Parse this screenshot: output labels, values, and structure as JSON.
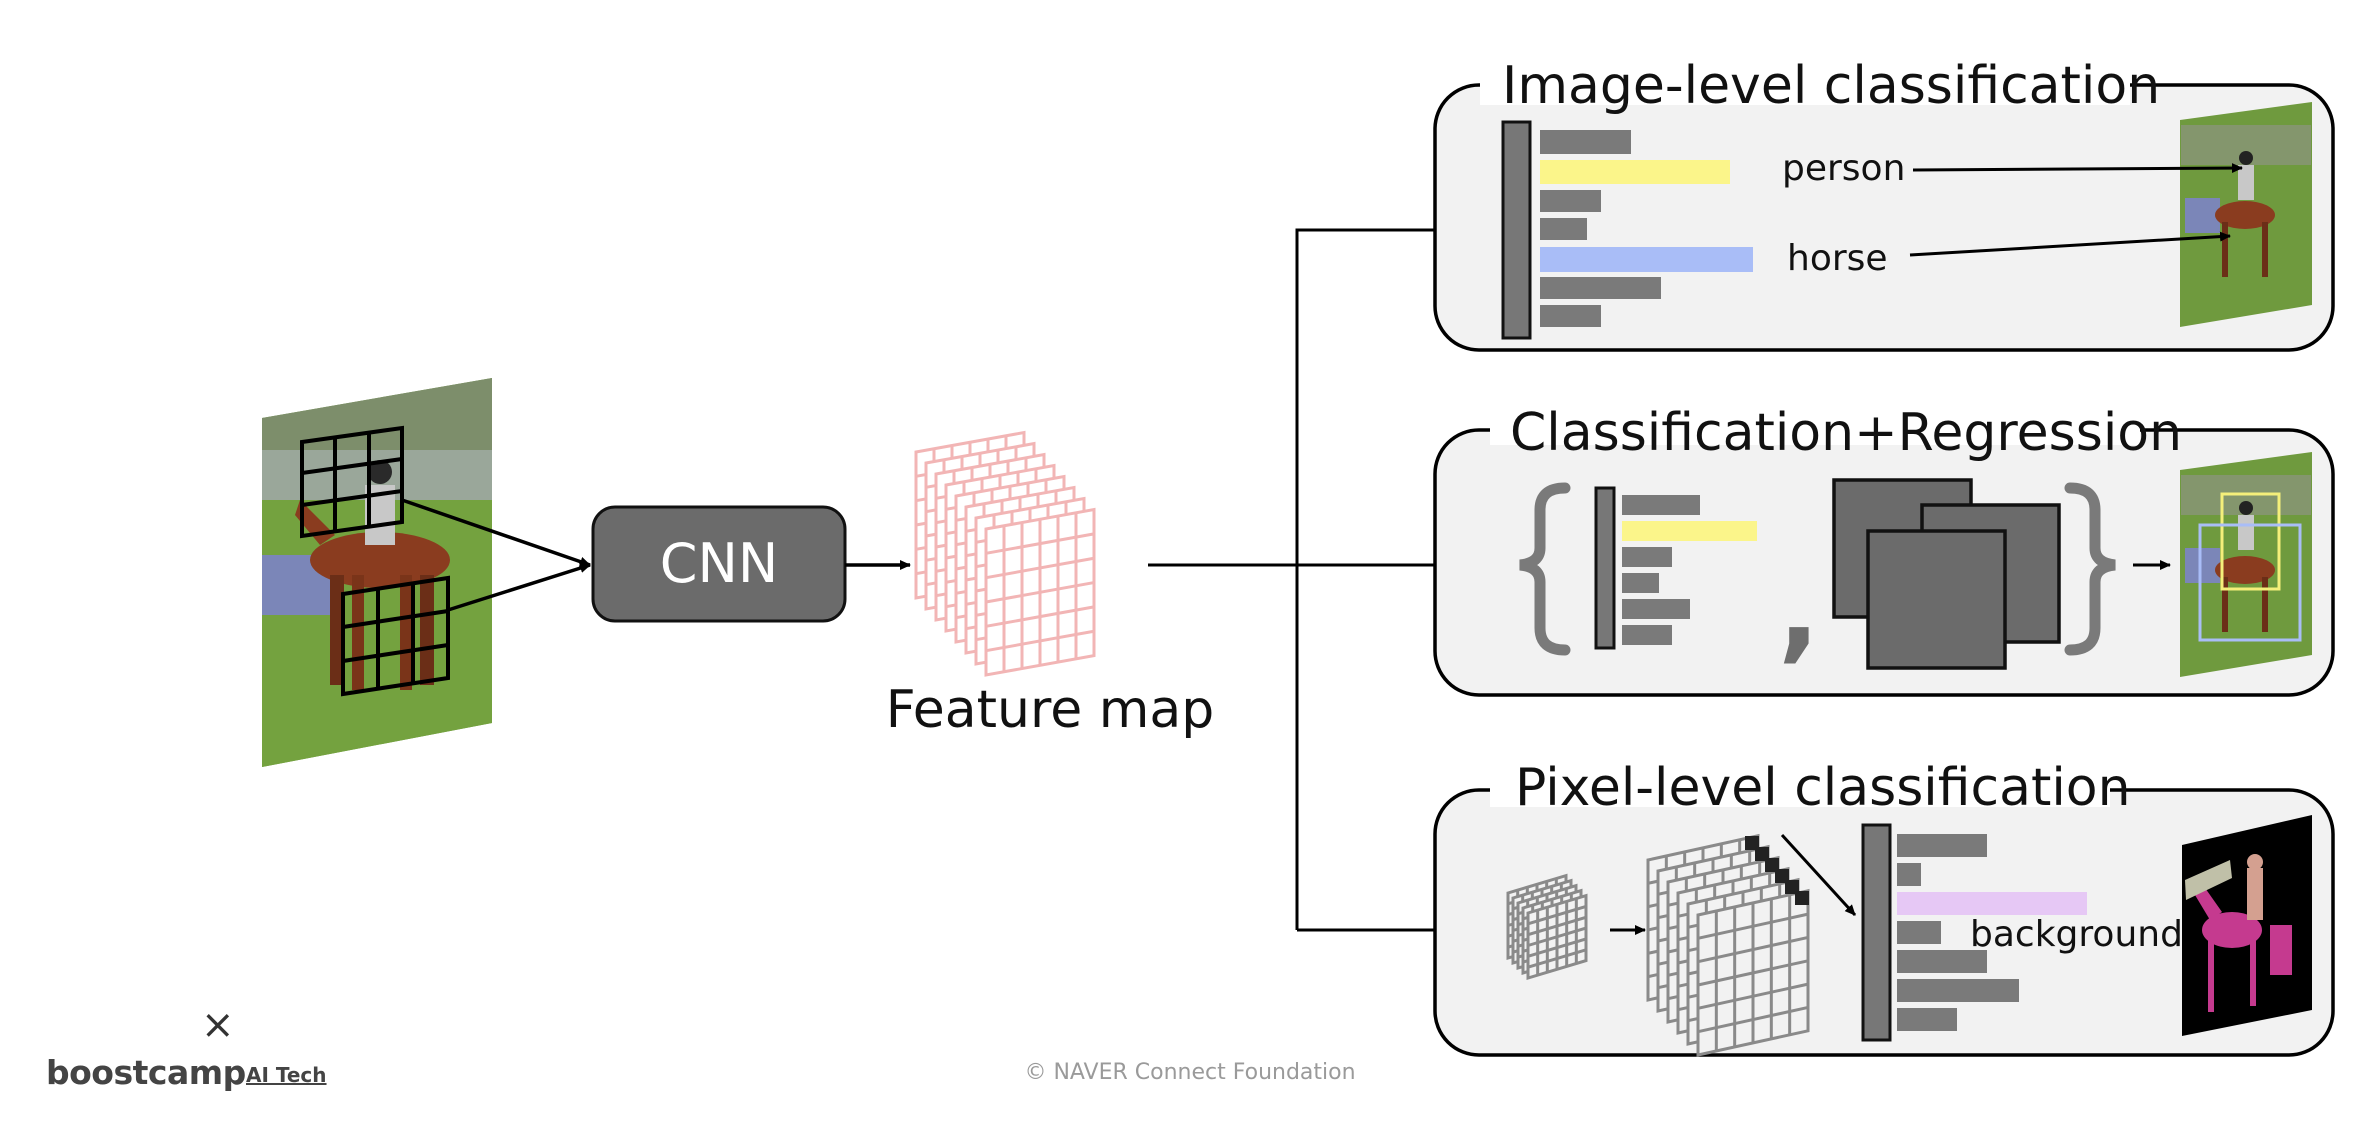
{
  "diagram": {
    "input_label": "",
    "cnn_label": "CNN",
    "feature_map_label": "Feature map",
    "panels": [
      {
        "title": "Image-level classification",
        "labels": [
          "person",
          "horse"
        ]
      },
      {
        "title": "Classification+Regression",
        "separator": ","
      },
      {
        "title": "Pixel-level classification",
        "labels": [
          "background"
        ]
      }
    ]
  },
  "footer": {
    "copyright": "© NAVER Connect Foundation",
    "logo_mark": "×",
    "logo_name": "boostcamp",
    "logo_sub": "AI Tech"
  },
  "colors": {
    "box_gray": "#6b6b6b",
    "bar_gray": "#7a7a7a",
    "feature_pink": "#f2b5b5",
    "person_yellow": "#fbf58a",
    "horse_blue": "#a9bdf7",
    "background_lavender": "#e6c8f5",
    "panel_bg": "#f2f2f2"
  }
}
